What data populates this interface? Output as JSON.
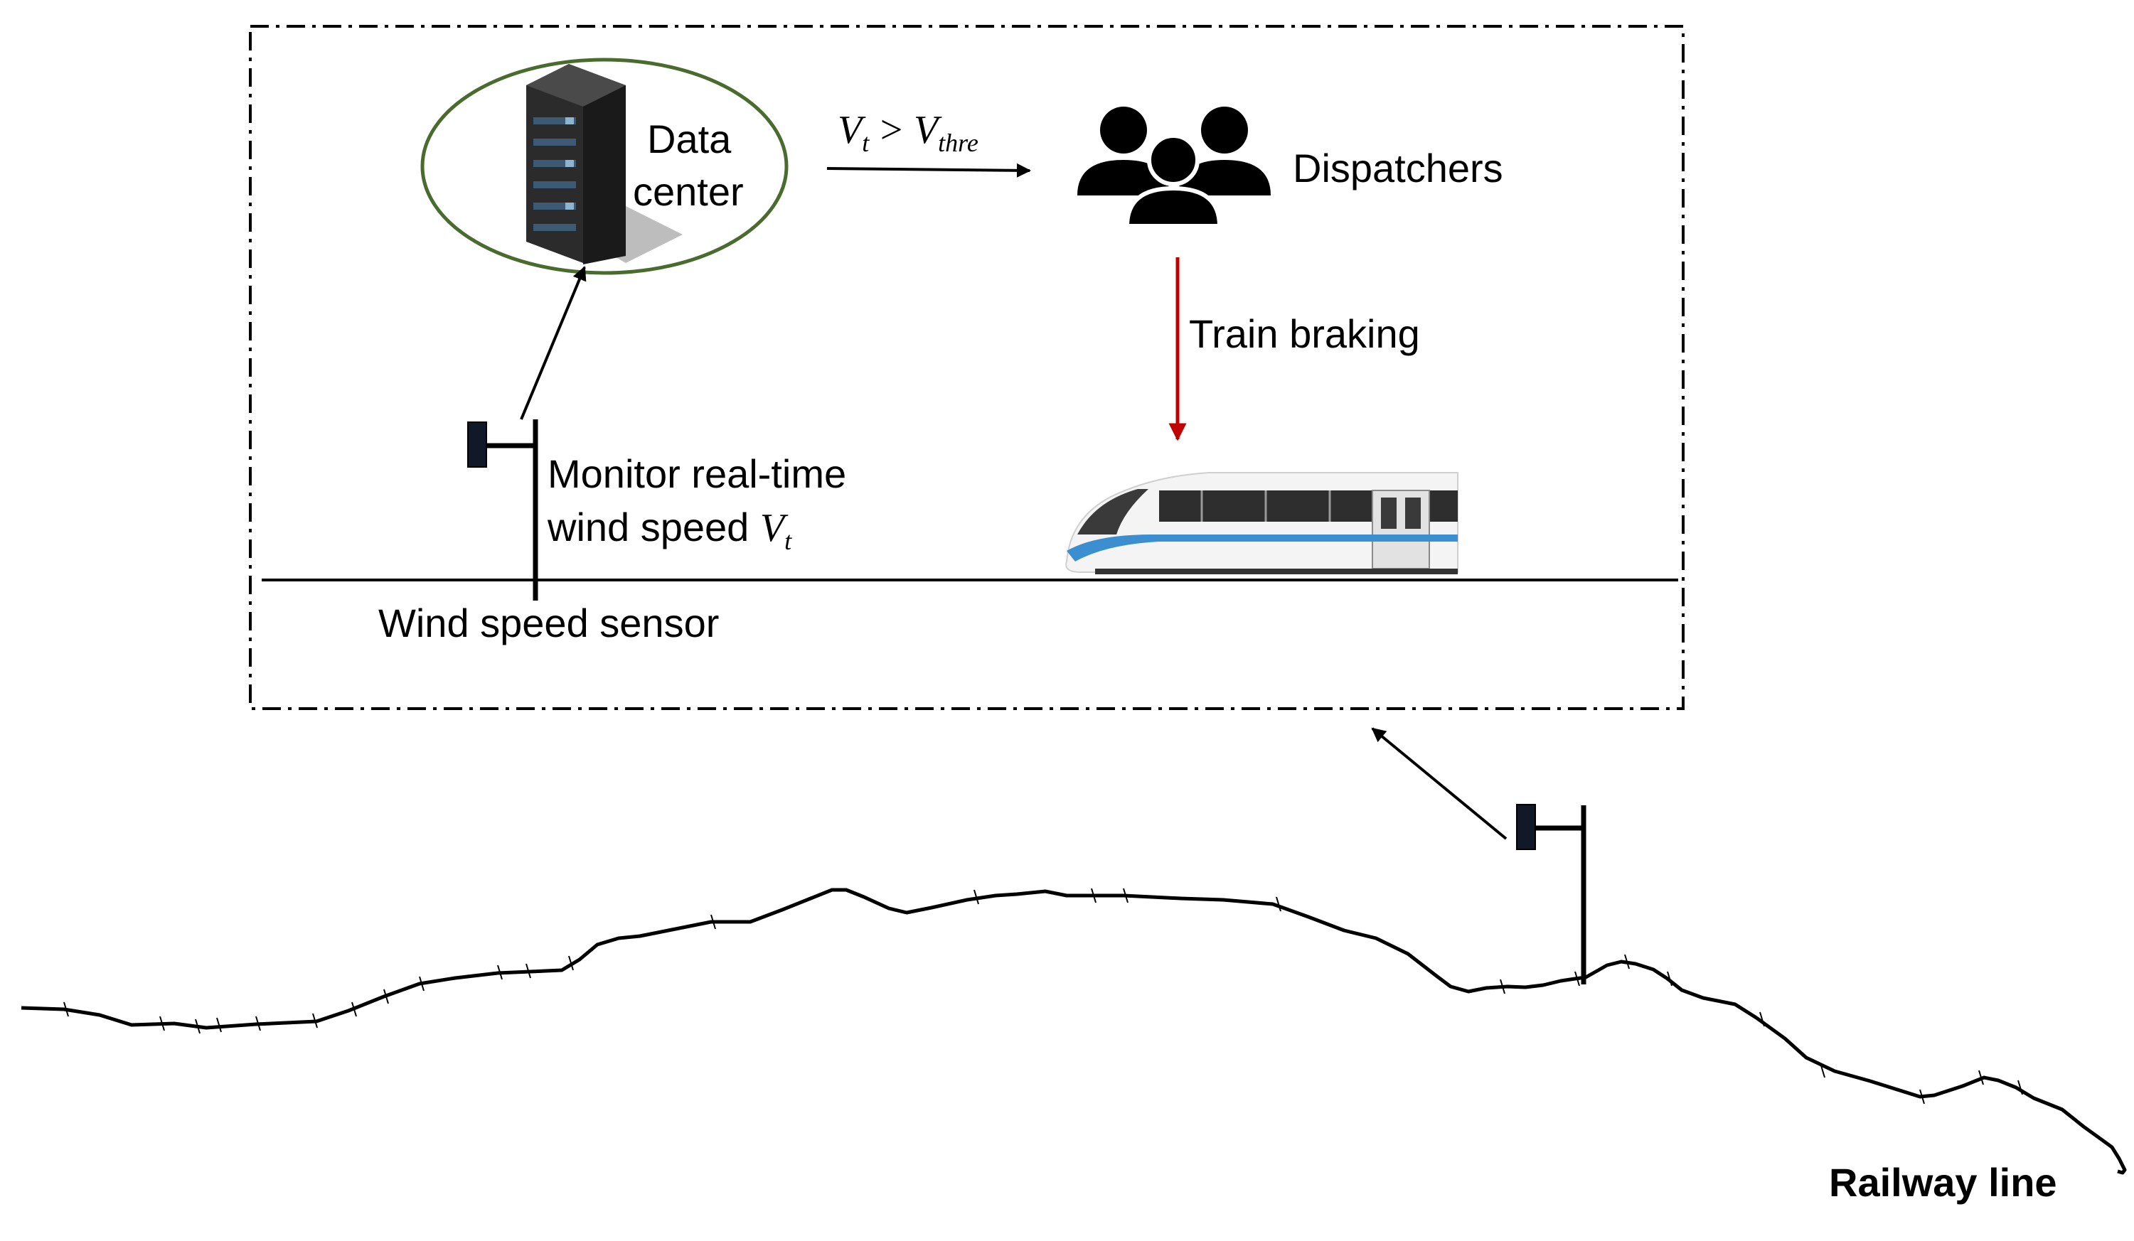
{
  "labels": {
    "data_center_line1": "Data",
    "data_center_line2": "center",
    "dispatchers": "Dispatchers",
    "train_braking": "Train braking",
    "monitor_line1": "Monitor real-time",
    "monitor_line2": "wind speed",
    "wind_speed_sensor": "Wind speed sensor",
    "railway_line": "Railway line"
  },
  "formula": {
    "v": "V",
    "t_sub": "t",
    "gt": ">",
    "thre_sub": "thre"
  },
  "colors": {
    "ellipse_stroke": "#4a6b2e",
    "braking_arrow": "#c00000",
    "train_stripe": "#3b8fd0",
    "sensor_plate": "#111827"
  },
  "icons": [
    "server-icon",
    "people-icon",
    "train-icon",
    "sensor-icon"
  ]
}
